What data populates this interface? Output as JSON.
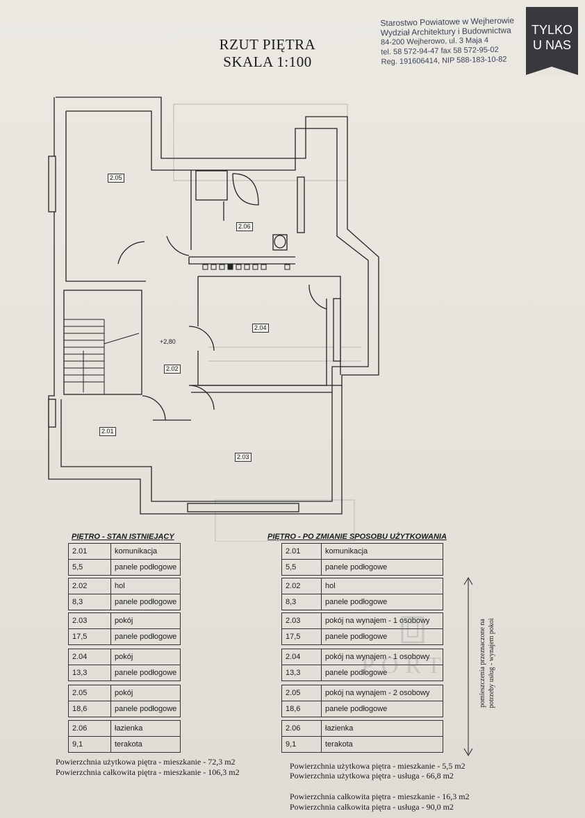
{
  "header": {
    "title_line1": "RZUT PIĘTRA",
    "title_line2": "SKALA 1:100"
  },
  "stamp": {
    "line1": "Starostwo Powiatowe w Wejherowie",
    "line2": "Wydział Architektury i Budownictwa",
    "line3": "84-200 Wejherowo, ul. 3 Maja 4",
    "line4": "tel. 58 572-94-47  fax 58 572-95-02",
    "line5": "Reg. 191606414, NIP 588-183-10-82"
  },
  "badge": {
    "line1": "TYLKO",
    "line2": "U NAS"
  },
  "plan": {
    "rooms": [
      "2.05",
      "2.06",
      "2.04",
      "2.02",
      "2.01",
      "2.03"
    ],
    "level": "+2,80"
  },
  "left_table": {
    "title": "PIĘTRO - STAN ISTNIEJĄCY",
    "rows": [
      {
        "no": "2.01",
        "name": "komunikacja",
        "area": "5,5",
        "floor": "panele podłogowe"
      },
      {
        "no": "2.02",
        "name": "hol",
        "area": "8,3",
        "floor": "panele podłogowe"
      },
      {
        "no": "2.03",
        "name": "pokój",
        "area": "17,5",
        "floor": "panele podłogowe"
      },
      {
        "no": "2.04",
        "name": "pokój",
        "area": "13,3",
        "floor": "panele podłogowe"
      },
      {
        "no": "2.05",
        "name": "pokój",
        "area": "18,6",
        "floor": "panele podłogowe"
      },
      {
        "no": "2.06",
        "name": "łazienka",
        "area": "9,1",
        "floor": "terakota"
      }
    ],
    "summary_line1": "Powierzchnia użytkowa piętra - mieszkanie - 72,3 m2",
    "summary_line2": "Powierzchnia całkowita piętra - mieszkanie - 106,3 m2"
  },
  "right_table": {
    "title": "PIĘTRO - PO ZMIANIE SPOSOBU UŻYTKOWANIA",
    "rows": [
      {
        "no": "2.01",
        "name": "komunikacja",
        "area": "5,5",
        "floor": "panele podłogowe"
      },
      {
        "no": "2.02",
        "name": "hol",
        "area": "8,3",
        "floor": "panele podłogowe"
      },
      {
        "no": "2.03",
        "name": "pokój na wynajem - 1 osobowy",
        "area": "17,5",
        "floor": "panele podłogowe"
      },
      {
        "no": "2.04",
        "name": "pokój na wynajem - 1 osobowy",
        "area": "13,3",
        "floor": "panele podłogowe"
      },
      {
        "no": "2.05",
        "name": "pokój na wynajem - 2 osobowy",
        "area": "18,6",
        "floor": "panele podłogowe"
      },
      {
        "no": "2.06",
        "name": "łazienka",
        "area": "9,1",
        "floor": "terakota"
      }
    ],
    "summary_line1": "Powierzchnia użytkowa piętra - mieszkanie - 5,5 m2",
    "summary_line2": "Powierzchnia użytkowa piętra - usługa - 66,8 m2",
    "summary_line3": "Powierzchnia całkowita piętra - mieszkanie - 16,3 m2",
    "summary_line4": "Powierzchnia całkowita piętra - usługa - 90,0 m2",
    "side_note_line1": "pomieszczenia przeznaczone na",
    "side_note_line2": "potrzeby usług - wynajem pokoi"
  },
  "watermark": "PORT"
}
